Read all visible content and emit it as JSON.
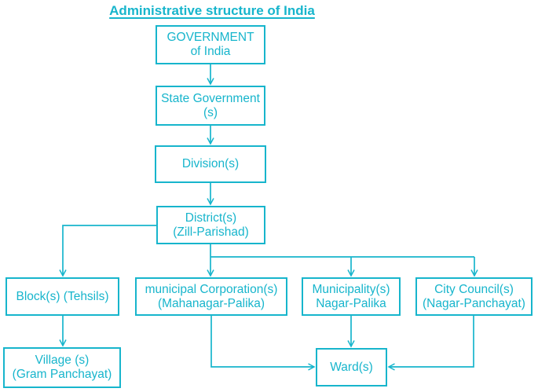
{
  "title": "Administrative structure of India",
  "accent_color": "#17b5cc",
  "background_color": "#ffffff",
  "nodes": {
    "government": {
      "line1": "GOVERNMENT",
      "line2": "of India"
    },
    "state_government": {
      "line1": "State Government",
      "line2": "(s)"
    },
    "divisions": {
      "line1": "Division(s)"
    },
    "districts": {
      "line1": "District(s)",
      "line2": "(Zill-Parishad)"
    },
    "blocks": {
      "line1": "Block(s) (Tehsils)"
    },
    "municipal_corporation": {
      "line1": "municipal Corporation(s)",
      "line2": "(Mahanagar-Palika)"
    },
    "municipality": {
      "line1": "Municipality(s)",
      "line2": "Nagar-Palika"
    },
    "city_council": {
      "line1": "City Council(s)",
      "line2": "(Nagar-Panchayat)"
    },
    "village": {
      "line1": "Village (s)",
      "line2": "(Gram Panchayat)"
    },
    "ward": {
      "line1": "Ward(s)"
    }
  },
  "edges": [
    {
      "from": "government",
      "to": "state_government"
    },
    {
      "from": "state_government",
      "to": "divisions"
    },
    {
      "from": "divisions",
      "to": "districts"
    },
    {
      "from": "districts",
      "to": "blocks"
    },
    {
      "from": "districts",
      "to": "municipal_corporation"
    },
    {
      "from": "districts",
      "to": "municipality"
    },
    {
      "from": "districts",
      "to": "city_council"
    },
    {
      "from": "blocks",
      "to": "village"
    },
    {
      "from": "municipal_corporation",
      "to": "ward"
    },
    {
      "from": "municipality",
      "to": "ward"
    },
    {
      "from": "city_council",
      "to": "ward"
    }
  ]
}
